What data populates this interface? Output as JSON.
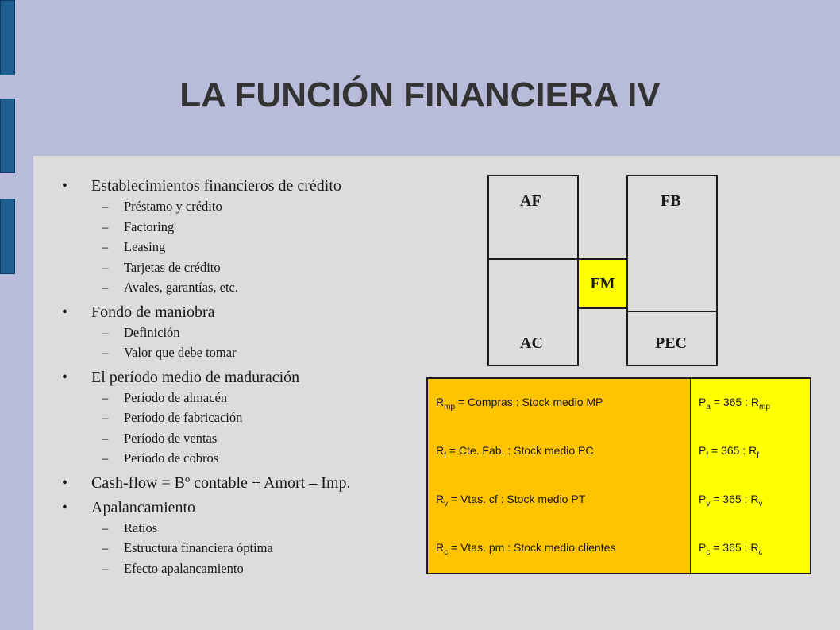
{
  "slide": {
    "title": "LA FUNCIÓN FINANCIERA IV",
    "colors": {
      "header": "#b8bbd9",
      "background": "#dcdcdc",
      "deco_bar": "#1f5f8f",
      "fm_box": "#ffff00",
      "ratio_left": "#ffc400",
      "ratio_right": "#ffff00"
    }
  },
  "bullets": [
    {
      "text": "Establecimientos financieros de crédito",
      "subs": [
        "Préstamo y crédito",
        "Factoring",
        "Leasing",
        "Tarjetas de crédito",
        "Avales, garantías, etc."
      ]
    },
    {
      "text": "Fondo de maniobra",
      "subs": [
        "Definición",
        "Valor que debe tomar"
      ]
    },
    {
      "text": "El período medio de maduración",
      "subs": [
        "Período de almacén",
        "Período de fabricación",
        "Período de ventas",
        "Período de cobros"
      ]
    },
    {
      "text": "Cash-flow = Bº contable + Amort – Imp.",
      "subs": []
    },
    {
      "text": "Apalancamiento",
      "subs": [
        "Ratios",
        "Estructura financiera óptima",
        "Efecto apalancamiento"
      ]
    }
  ],
  "bullet_mark": "•",
  "sub_mark": "–",
  "diagram": {
    "af": "AF",
    "ac": "AC",
    "fm": "FM",
    "fb": "FB",
    "pec": "PEC"
  },
  "ratios": {
    "rows": [
      {
        "l_sym": "R",
        "l_sub": "mp",
        "l_text": " = Compras : Stock medio MP",
        "r_sym": "P",
        "r_sub": "a",
        "r_mid": " = 365 : R",
        "r_sub2": "mp"
      },
      {
        "l_sym": "R",
        "l_sub": "f",
        "l_text": " = Cte. Fab. : Stock medio PC",
        "r_sym": "P",
        "r_sub": "f",
        "r_mid": " = 365 : R",
        "r_sub2": "f"
      },
      {
        "l_sym": "R",
        "l_sub": "v",
        "l_text": " = Vtas. cf : Stock medio PT",
        "r_sym": "P",
        "r_sub": "v",
        "r_mid": " = 365 : R",
        "r_sub2": "v"
      },
      {
        "l_sym": "R",
        "l_sub": "c",
        "l_text": " = Vtas. pm : Stock medio clientes",
        "r_sym": "P",
        "r_sub": "c",
        "r_mid": " = 365 : R",
        "r_sub2": "c"
      }
    ]
  }
}
